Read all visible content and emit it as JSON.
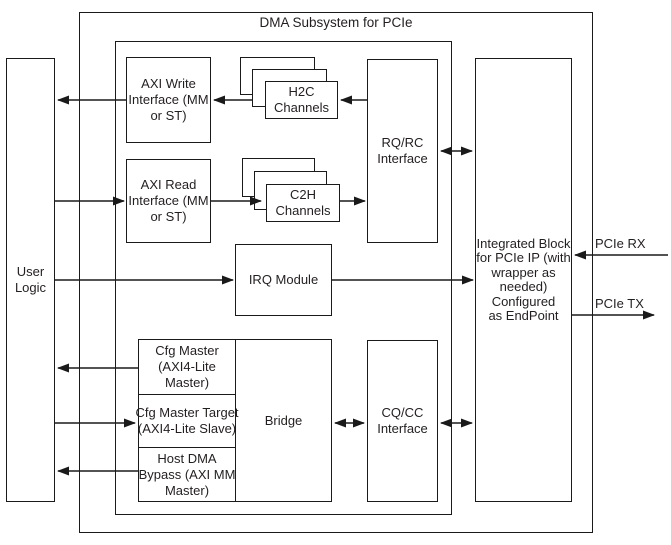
{
  "title": "DMA Subsystem for PCIe",
  "blocks": {
    "user_logic": {
      "lines": [
        "User",
        "Logic"
      ]
    },
    "axi_write": {
      "lines": [
        "AXI Write",
        "Interface (MM",
        "or ST)"
      ]
    },
    "axi_read": {
      "lines": [
        "AXI Read",
        "Interface (MM",
        "or ST)"
      ]
    },
    "h2c_channels": {
      "lines": [
        "H2C",
        "Channels"
      ]
    },
    "c2h_channels": {
      "lines": [
        "C2H",
        "Channels"
      ]
    },
    "rq_rc_interface": {
      "lines": [
        "RQ/RC",
        "Interface"
      ]
    },
    "irq_module": {
      "lines": [
        "IRQ Module"
      ]
    },
    "cfg_master": {
      "lines": [
        "Cfg Master",
        "(AXI4-Lite",
        "Master)"
      ]
    },
    "cfg_master_target": {
      "lines": [
        "Cfg Master Target",
        "(AXI4-Lite Slave)"
      ]
    },
    "host_dma_bypass": {
      "lines": [
        "Host DMA",
        "Bypass (AXI MM",
        "Master)"
      ]
    },
    "bridge": {
      "lines": [
        "Bridge"
      ]
    },
    "cq_cc_interface": {
      "lines": [
        "CQ/CC",
        "Interface"
      ]
    },
    "integrated_block": {
      "lines": [
        "Integrated Block",
        "for PCIe IP (with",
        "wrapper as",
        "needed)",
        "Configured",
        "as EndPoint"
      ]
    }
  },
  "port_labels": {
    "pcie_rx": "PCIe RX",
    "pcie_tx": "PCIe TX"
  },
  "colors": {
    "line": "#1a1a1a",
    "text": "#231f20",
    "background": "#ffffff"
  },
  "connections": [
    {
      "from": "rq_rc_interface",
      "to": "h2c_channels",
      "direction": "one-way"
    },
    {
      "from": "h2c_channels",
      "to": "axi_write_interface",
      "direction": "one-way"
    },
    {
      "from": "axi_write_interface",
      "to": "user_logic",
      "direction": "one-way"
    },
    {
      "from": "user_logic",
      "to": "axi_read_interface",
      "direction": "one-way"
    },
    {
      "from": "axi_read_interface",
      "to": "c2h_channels",
      "direction": "one-way"
    },
    {
      "from": "c2h_channels",
      "to": "rq_rc_interface",
      "direction": "one-way"
    },
    {
      "from": "user_logic",
      "to": "irq_module",
      "direction": "one-way"
    },
    {
      "from": "irq_module",
      "to": "integrated_block",
      "direction": "one-way"
    },
    {
      "from": "rq_rc_interface",
      "to": "integrated_block",
      "direction": "two-way"
    },
    {
      "from": "cfg_master",
      "to": "user_logic",
      "direction": "one-way"
    },
    {
      "from": "user_logic",
      "to": "cfg_master_target",
      "direction": "one-way"
    },
    {
      "from": "host_dma_bypass",
      "to": "user_logic",
      "direction": "one-way"
    },
    {
      "from": "bridge",
      "to": "cq_cc_interface",
      "direction": "two-way"
    },
    {
      "from": "cq_cc_interface",
      "to": "integrated_block",
      "direction": "two-way"
    },
    {
      "from": "pcie_rx",
      "to": "integrated_block",
      "direction": "one-way"
    },
    {
      "from": "integrated_block",
      "to": "pcie_tx",
      "direction": "one-way"
    }
  ]
}
